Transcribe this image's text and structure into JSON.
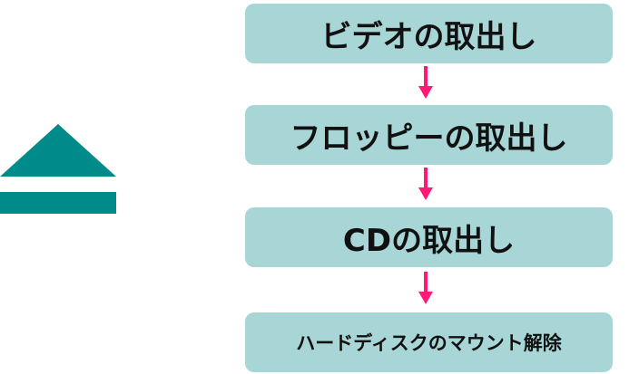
{
  "colors": {
    "icon": "#008b8b",
    "box_fill": "#a8d6d6",
    "arrow": "#ff1a75",
    "text": "#111111"
  },
  "icon": "eject-icon",
  "steps": [
    {
      "label": "ビデオの取出し"
    },
    {
      "label": "フロッピーの取出し"
    },
    {
      "label": "CDの取出し"
    },
    {
      "label": "ハードディスクのマウント解除"
    }
  ]
}
